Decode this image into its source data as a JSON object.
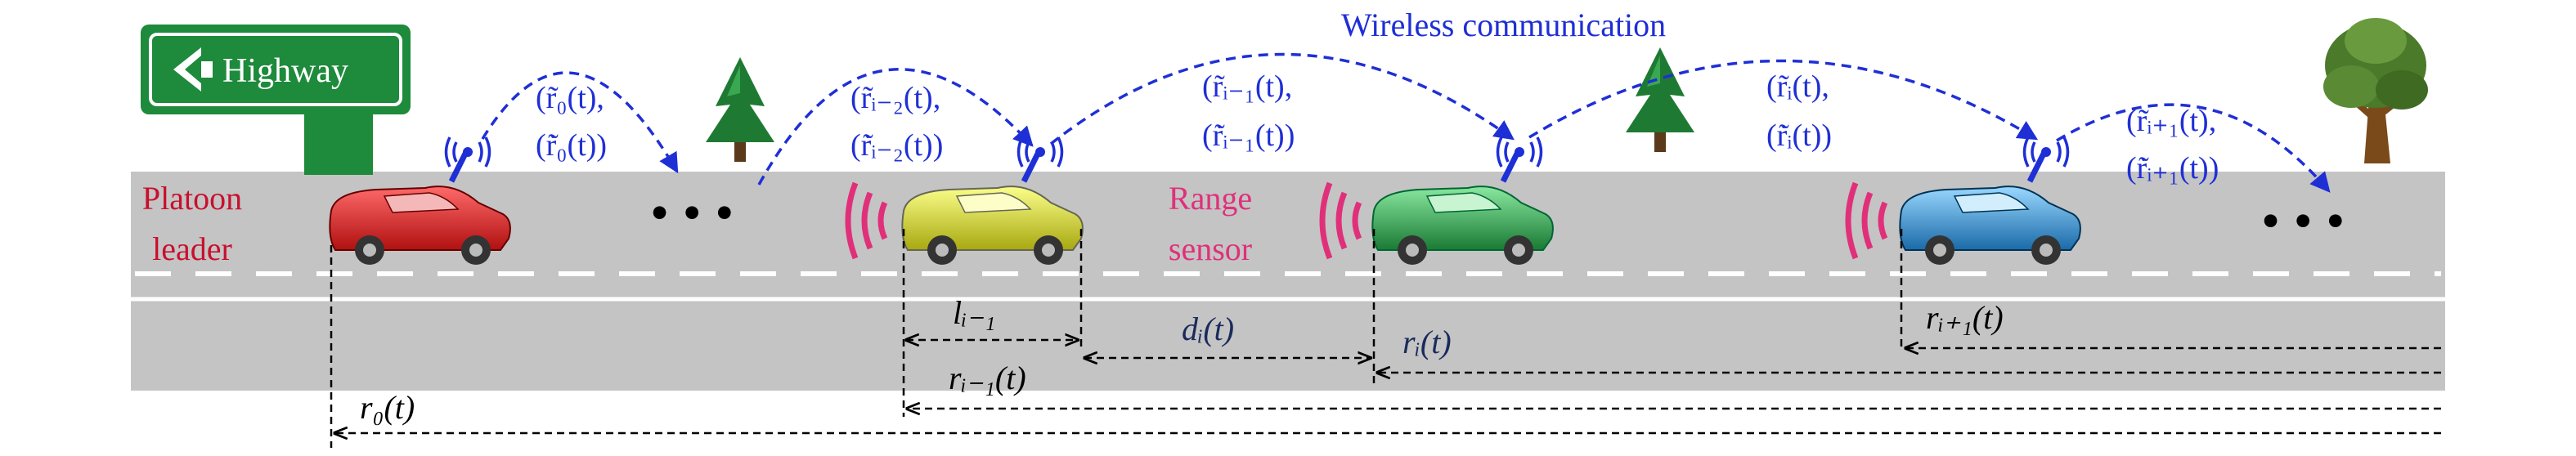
{
  "sign": {
    "text": "Highway"
  },
  "title": "Wireless communication",
  "labels": {
    "platoon_leader_line1": "Platoon",
    "platoon_leader_line2": "leader",
    "range_sensor_line1": "Range",
    "range_sensor_line2": "sensor",
    "ellipsis_left": "• • •",
    "ellipsis_right": "• • •"
  },
  "comm_labels": [
    {
      "line1": "(r̃₀(t),",
      "line2": "(r̃̇₀(t))"
    },
    {
      "line1": "(r̃ᵢ₋₂(t),",
      "line2": "(r̃̇ᵢ₋₂(t))"
    },
    {
      "line1": "(r̃ᵢ₋₁(t),",
      "line2": "(r̃̇ᵢ₋₁(t))"
    },
    {
      "line1": "(r̃ᵢ(t),",
      "line2": "(r̃̇ᵢ(t))"
    },
    {
      "line1": "(r̃ᵢ₊₁(t),",
      "line2": "(r̃̇ᵢ₊₁(t))"
    }
  ],
  "measure_labels": {
    "l": "lᵢ₋₁",
    "d": "dᵢ(t)",
    "ri": "rᵢ(t)",
    "ri1": "rᵢ₊₁(t)",
    "rim1": "rᵢ₋₁(t)",
    "r0": "r₀(t)"
  },
  "colors": {
    "road": "#c4c4c4",
    "comm_blue": "#1f2fd6",
    "sensor_pink": "#e0307a",
    "leader_red": "#d82020",
    "car_yellow": "#d8d820",
    "car_green": "#2ea84a",
    "car_blue": "#2c98d8",
    "sign_green": "#1e8a3c",
    "label_red": "#c8102e",
    "measure_navy": "#1a2a5a"
  },
  "icons": [
    "highway-sign-icon",
    "pine-tree-icon",
    "oak-tree-icon",
    "car-icon",
    "antenna-icon",
    "range-sensor-waves-icon"
  ]
}
